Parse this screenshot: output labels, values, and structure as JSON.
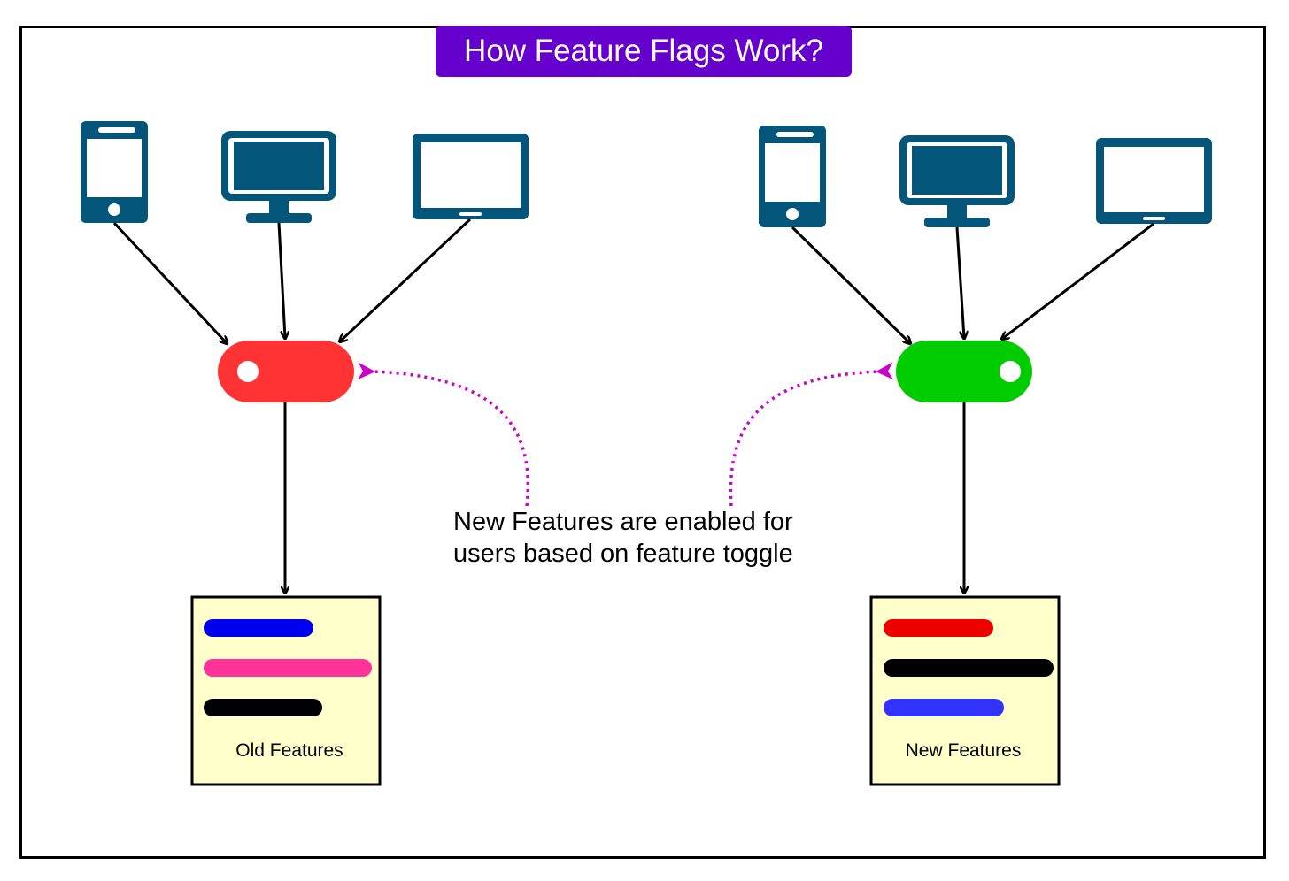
{
  "title": "How Feature Flags Work?",
  "note": {
    "line1": "New Features are enabled for",
    "line2": "users based on feature toggle"
  },
  "left_group": {
    "devices": [
      "phone-icon",
      "monitor-icon",
      "tablet-icon"
    ],
    "toggle_state": "off",
    "toggle_color": "#ff3333",
    "box_label": "Old Features",
    "bar_colors": [
      "#0000ee",
      "#ff3399",
      "#000000"
    ]
  },
  "right_group": {
    "devices": [
      "phone-icon",
      "monitor-icon",
      "tablet-icon"
    ],
    "toggle_state": "on",
    "toggle_color": "#00cc00",
    "box_label": "New Features",
    "bar_colors": [
      "#ee0000",
      "#000000",
      "#3333ff"
    ]
  },
  "colors": {
    "title_bg": "#6600cc",
    "device": "#03557a",
    "box_fill": "#ffffcc",
    "dotted_arrow": "#cc00cc"
  }
}
